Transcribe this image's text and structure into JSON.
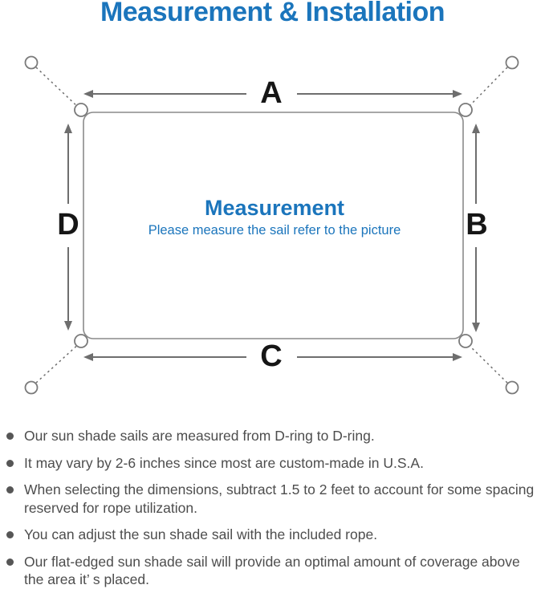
{
  "title": "Measurement & Installation",
  "colors": {
    "accent_blue": "#1b75bc",
    "outline_gray": "#8a8a8a",
    "arrow_gray": "#6e6e6e",
    "ring_gray": "#7a7a7a",
    "note_text_gray": "#4d4d4d"
  },
  "diagram": {
    "center_title": "Measurement",
    "center_subtitle": "Please measure the sail refer to the picture",
    "dimension_labels": {
      "top": "A",
      "right": "B",
      "bottom": "C",
      "left": "D"
    }
  },
  "notes": {
    "items": [
      "Our sun shade sails are measured from D-ring to D-ring.",
      "It may vary by 2-6 inches since most are custom-made in U.S.A.",
      "When selecting the dimensions, subtract 1.5 to 2 feet to account for some spacing reserved for rope utilization.",
      "You can adjust the sun shade sail with the included rope.",
      "Our flat-edged sun shade sail will provide an optimal amount of coverage above the area it’ s placed."
    ]
  }
}
